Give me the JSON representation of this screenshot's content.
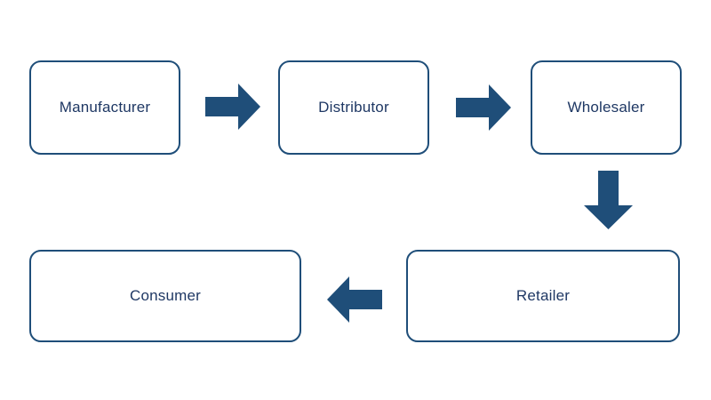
{
  "diagram": {
    "type": "flowchart",
    "description": "Distribution channel flow diagram",
    "nodes": [
      {
        "id": "manufacturer",
        "label": "Manufacturer"
      },
      {
        "id": "distributor",
        "label": "Distributor"
      },
      {
        "id": "wholesaler",
        "label": "Wholesaler"
      },
      {
        "id": "retailer",
        "label": "Retailer"
      },
      {
        "id": "consumer",
        "label": "Consumer"
      }
    ],
    "connections": [
      {
        "from": "Manufacturer",
        "to": "Distributor",
        "direction": "right"
      },
      {
        "from": "Distributor",
        "to": "Wholesaler",
        "direction": "right"
      },
      {
        "from": "Wholesaler",
        "to": "Retailer",
        "direction": "down"
      },
      {
        "from": "Retailer",
        "to": "Consumer",
        "direction": "left"
      }
    ],
    "colors": {
      "node_border": "#1f4e79",
      "node_fill": "#ffffff",
      "arrow_fill": "#1f4e79",
      "label_text": "#1f3864",
      "background": "#ffffff"
    }
  }
}
